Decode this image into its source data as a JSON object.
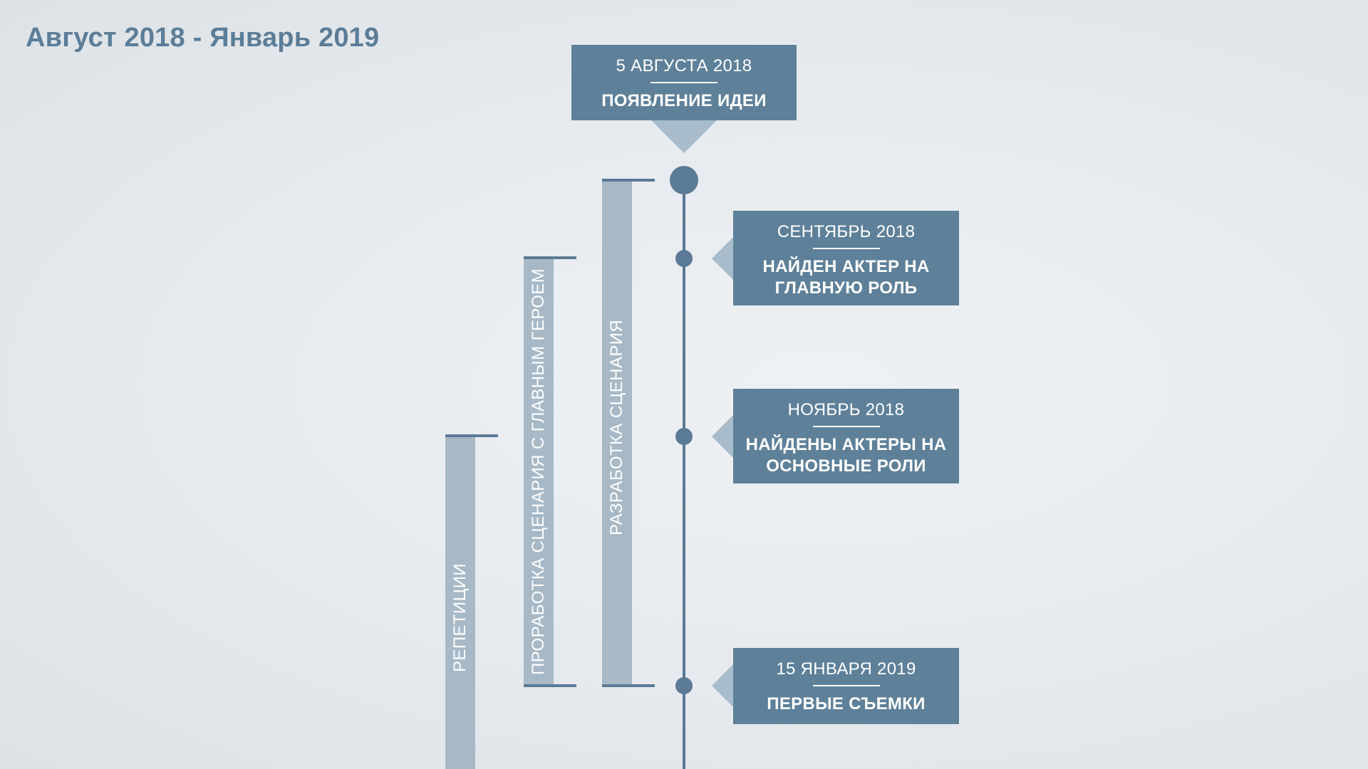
{
  "page": {
    "title": "Август 2018 - Январь 2019"
  },
  "timeline": {
    "events": [
      {
        "date": "5 АВГУСТА 2018",
        "title": "ПОЯВЛЕНИЕ ИДЕИ"
      },
      {
        "date": "СЕНТЯБРЬ 2018",
        "title_line1": "НАЙДЕН АКТЕР НА",
        "title_line2": "ГЛАВНУЮ РОЛЬ"
      },
      {
        "date": "НОЯБРЬ 2018",
        "title_line1": "НАЙДЕНЫ АКТЕРЫ НА",
        "title_line2": "ОСНОВНЫЕ РОЛИ"
      },
      {
        "date": "15 ЯНВАРЯ 2019",
        "title": "ПЕРВЫЕ СЪЕМКИ"
      }
    ],
    "phases": [
      {
        "label": "РАЗРАБОТКА СЦЕНАРИЯ"
      },
      {
        "label": "ПРОРАБОТКА СЦЕНАРИЯ С ГЛАВНЫМ ГЕРОЕМ"
      },
      {
        "label": "РЕПЕТИЦИИ"
      }
    ]
  },
  "colors": {
    "accent": "#5e8099",
    "axis": "#5a7a95",
    "phase_bar": "#a7b9c7",
    "title": "#5b7d98"
  }
}
